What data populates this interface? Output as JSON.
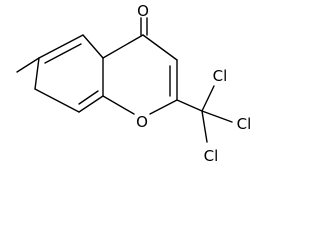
{
  "atoms": {
    "carbonyl_oxygen": "O",
    "ring_oxygen": "O",
    "chlorine_top": "Cl",
    "chlorine_right": "Cl",
    "chlorine_bottom": "Cl"
  },
  "colors": {
    "bond": "#000000",
    "label": "#000000",
    "background": "#ffffff"
  }
}
